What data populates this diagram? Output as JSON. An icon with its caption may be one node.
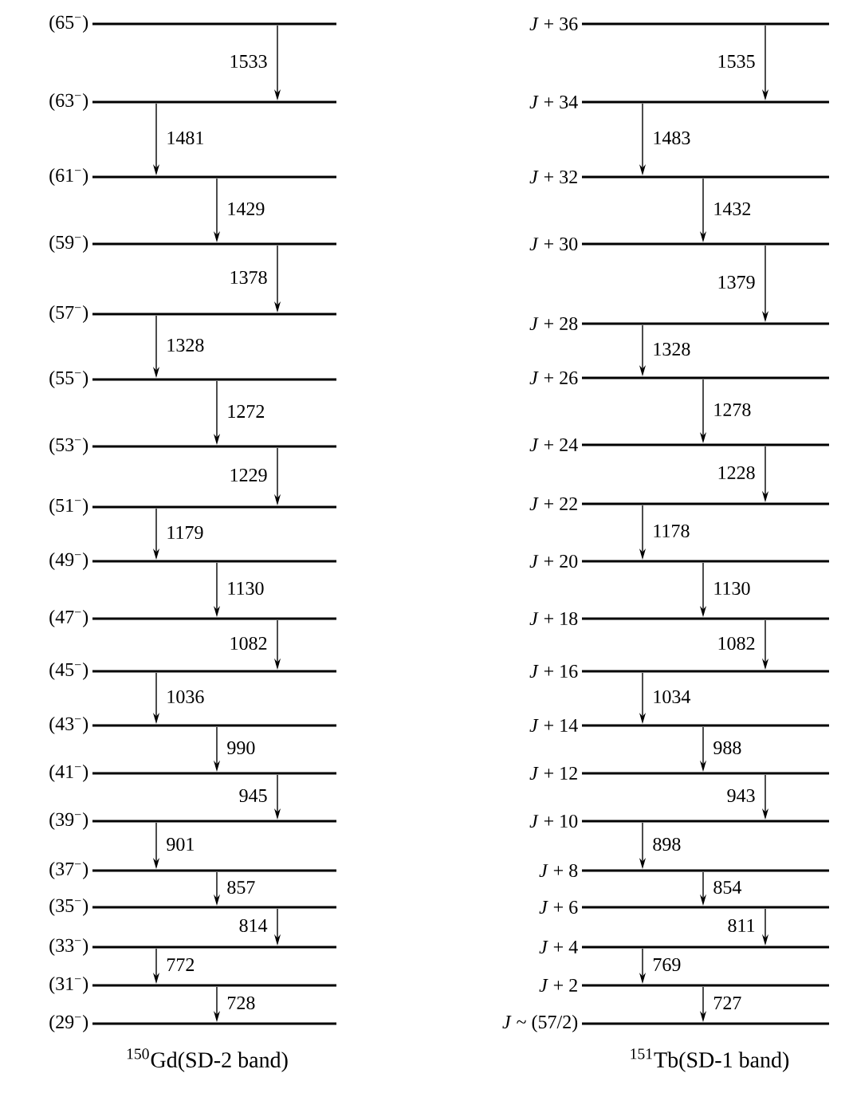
{
  "diagram": {
    "nodes": [
      {
        "text": [
          "(65$^{−}$)"
        ]
      },
      {
        "text": [
          "(63$^{−}$)"
        ]
      },
      {
        "text": [
          "(61$^{−}$)"
        ]
      },
      {
        "text": [
          "(59$^{−}$)"
        ]
      },
      {
        "text": [
          "(57$^{−}$)"
        ]
      },
      {
        "text": [
          "(55$^{−}$)"
        ]
      },
      {
        "text": [
          "(53$^{−}$)"
        ]
      },
      {
        "text": [
          "(51$^{−}$)"
        ]
      },
      {
        "text": [
          "(49$^{−}$)"
        ]
      },
      {
        "text": [
          "(47$^{−}$)"
        ]
      },
      {
        "text": [
          "(45$^{−}$)"
        ]
      },
      {
        "text": [
          "(43$^{−}$)"
        ]
      },
      {
        "text": [
          "(41$^{−}$)"
        ]
      },
      {
        "text": [
          "(39$^{−}$)"
        ]
      },
      {
        "text": [
          "(37$^{−}$)"
        ]
      },
      {
        "text": [
          "(35$^{−}$)"
        ]
      },
      {
        "text": [
          "(33$^{−}$)"
        ]
      },
      {
        "text": [
          "(31$^{−}$)"
        ]
      },
      {
        "text": [
          "(29$^{−}$)"
        ]
      },
      {
        "text": [
          "*J* + 36"
        ]
      },
      {
        "text": [
          "*J* + 34"
        ]
      },
      {
        "text": [
          "*J* + 32"
        ]
      },
      {
        "text": [
          "*J* + 30"
        ]
      },
      {
        "text": [
          "*J* + 28"
        ]
      },
      {
        "text": [
          "*J* + 26"
        ]
      },
      {
        "text": [
          "*J* + 24"
        ]
      },
      {
        "text": [
          "*J* + 22"
        ]
      },
      {
        "text": [
          "*J* + 20"
        ]
      },
      {
        "text": [
          "*J* + 18"
        ]
      },
      {
        "text": [
          "*J* + 16"
        ]
      },
      {
        "text": [
          "*J* + 14"
        ]
      },
      {
        "text": [
          "*J* + 12"
        ]
      },
      {
        "text": [
          "*J* + 10"
        ]
      },
      {
        "text": [
          "*J* + 8"
        ]
      },
      {
        "text": [
          "*J* + 6"
        ]
      },
      {
        "text": [
          "*J* + 4"
        ]
      },
      {
        "text": [
          "*J* + 2"
        ]
      },
      {
        "text": [
          "*J* ~ (57/2)"
        ]
      }
    ],
    "edges": [
      {
        "from": 0,
        "to": 1,
        "arrow": "to",
        "label": "1533"
      },
      {
        "from": 1,
        "to": 2,
        "arrow": "to",
        "label": "1481"
      },
      {
        "from": 2,
        "to": 3,
        "arrow": "to",
        "label": "1429"
      },
      {
        "from": 3,
        "to": 4,
        "arrow": "to",
        "label": "1378"
      },
      {
        "from": 4,
        "to": 5,
        "arrow": "to",
        "label": "1328"
      },
      {
        "from": 5,
        "to": 6,
        "arrow": "to",
        "label": "1272"
      },
      {
        "from": 6,
        "to": 7,
        "arrow": "to",
        "label": "1229"
      },
      {
        "from": 7,
        "to": 8,
        "arrow": "to",
        "label": "1179"
      },
      {
        "from": 8,
        "to": 9,
        "arrow": "to",
        "label": "1130"
      },
      {
        "from": 9,
        "to": 10,
        "arrow": "to",
        "label": "1082"
      },
      {
        "from": 10,
        "to": 11,
        "arrow": "to",
        "label": "1036"
      },
      {
        "from": 11,
        "to": 12,
        "arrow": "to",
        "label": "990"
      },
      {
        "from": 12,
        "to": 13,
        "arrow": "to",
        "label": "945"
      },
      {
        "from": 13,
        "to": 14,
        "arrow": "to",
        "label": "901"
      },
      {
        "from": 14,
        "to": 15,
        "arrow": "to",
        "label": "857"
      },
      {
        "from": 15,
        "to": 16,
        "arrow": "to",
        "label": "814"
      },
      {
        "from": 16,
        "to": 17,
        "arrow": "to",
        "label": "772"
      },
      {
        "from": 17,
        "to": 18,
        "arrow": "to",
        "label": "728"
      },
      {
        "from": 19,
        "to": 20,
        "arrow": "to",
        "label": "1535"
      },
      {
        "from": 20,
        "to": 21,
        "arrow": "to",
        "label": "1483"
      },
      {
        "from": 21,
        "to": 22,
        "arrow": "to",
        "label": "1432"
      },
      {
        "from": 22,
        "to": 23,
        "arrow": "to",
        "label": "1379"
      },
      {
        "from": 23,
        "to": 24,
        "arrow": "to",
        "label": "1328"
      },
      {
        "from": 24,
        "to": 25,
        "arrow": "to",
        "label": "1278"
      },
      {
        "from": 25,
        "to": 26,
        "arrow": "to",
        "label": "1228"
      },
      {
        "from": 26,
        "to": 27,
        "arrow": "to",
        "label": "1178"
      },
      {
        "from": 27,
        "to": 28,
        "arrow": "to",
        "label": "1130"
      },
      {
        "from": 28,
        "to": 29,
        "arrow": "to",
        "label": "1082"
      },
      {
        "from": 29,
        "to": 30,
        "arrow": "to",
        "label": "1034"
      },
      {
        "from": 30,
        "to": 31,
        "arrow": "to",
        "label": "988"
      },
      {
        "from": 31,
        "to": 32,
        "arrow": "to",
        "label": "943"
      },
      {
        "from": 32,
        "to": 33,
        "arrow": "to",
        "label": "898"
      },
      {
        "from": 33,
        "to": 34,
        "arrow": "to",
        "label": "854"
      },
      {
        "from": 34,
        "to": 35,
        "arrow": "to",
        "label": "811"
      },
      {
        "from": 35,
        "to": 36,
        "arrow": "to",
        "label": "769"
      },
      {
        "from": 36,
        "to": 37,
        "arrow": "to",
        "label": "727"
      }
    ],
    "labels": [
      "$^{150}$Gd(SD-2 band)",
      "$^{151}$Tb(SD-1 band)"
    ]
  }
}
